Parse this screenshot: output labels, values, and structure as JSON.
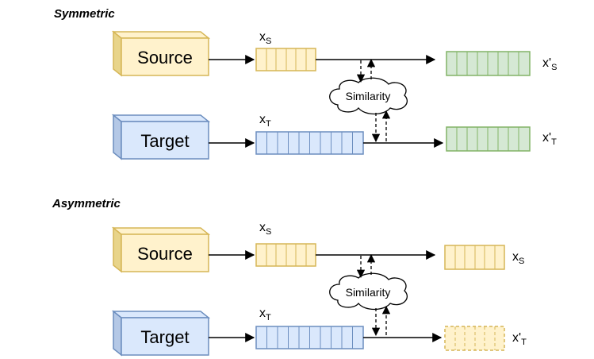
{
  "colors": {
    "source_fill": "#fff2cc",
    "source_stroke": "#d6b656",
    "target_fill": "#dae8fc",
    "target_stroke": "#6c8ebf",
    "output_fill": "#d5e8d4",
    "output_stroke": "#82b366"
  },
  "sections": [
    {
      "title": "Symmetric",
      "source_label": "Source",
      "target_label": "Target",
      "xs_label": {
        "base": "x",
        "sub": "S"
      },
      "xt_label": {
        "base": "x",
        "sub": "T"
      },
      "similarity_label": "Similarity",
      "out_source_label": {
        "base": "x'",
        "sub": "S"
      },
      "out_target_label": {
        "base": "x'",
        "sub": "T"
      }
    },
    {
      "title": "Asymmetric",
      "source_label": "Source",
      "target_label": "Target",
      "xs_label": {
        "base": "x",
        "sub": "S"
      },
      "xt_label": {
        "base": "x",
        "sub": "T"
      },
      "similarity_label": "Similarity",
      "out_source_label": {
        "base": "x",
        "sub": "S"
      },
      "out_target_label": {
        "base": "x'",
        "sub": "T"
      }
    }
  ]
}
